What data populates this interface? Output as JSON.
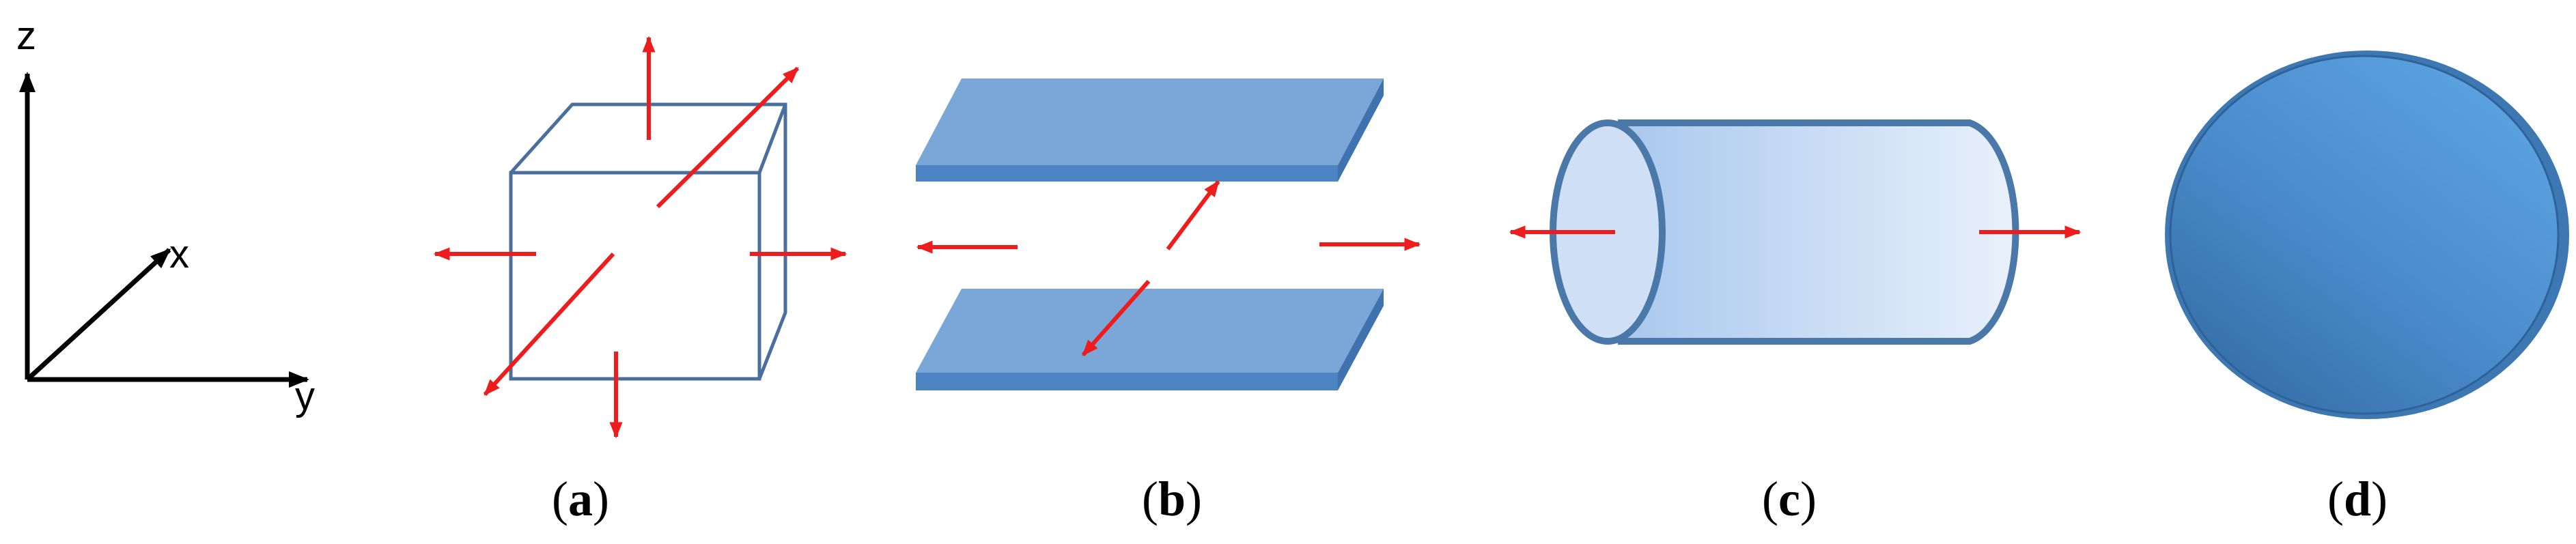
{
  "axes": {
    "z_label": "z",
    "x_label": "x",
    "y_label": "y"
  },
  "panels": [
    {
      "letter": "a",
      "open": "(",
      "close": ")"
    },
    {
      "letter": "b",
      "open": "(",
      "close": ")"
    },
    {
      "letter": "c",
      "open": "(",
      "close": ")"
    },
    {
      "letter": "d",
      "open": "(",
      "close": ")"
    }
  ],
  "colors": {
    "arrow": "#ee1c1c",
    "axis": "#000000",
    "cube_edge": "#4a6f9c",
    "slab_top": "#7aa6d8",
    "slab_front": "#4d85c3",
    "slab_side": "#3e73af",
    "cylinder_edge": "#4a78a8",
    "disk_light": "#5a9fdc",
    "disk_dark": "#2f6ea8"
  }
}
